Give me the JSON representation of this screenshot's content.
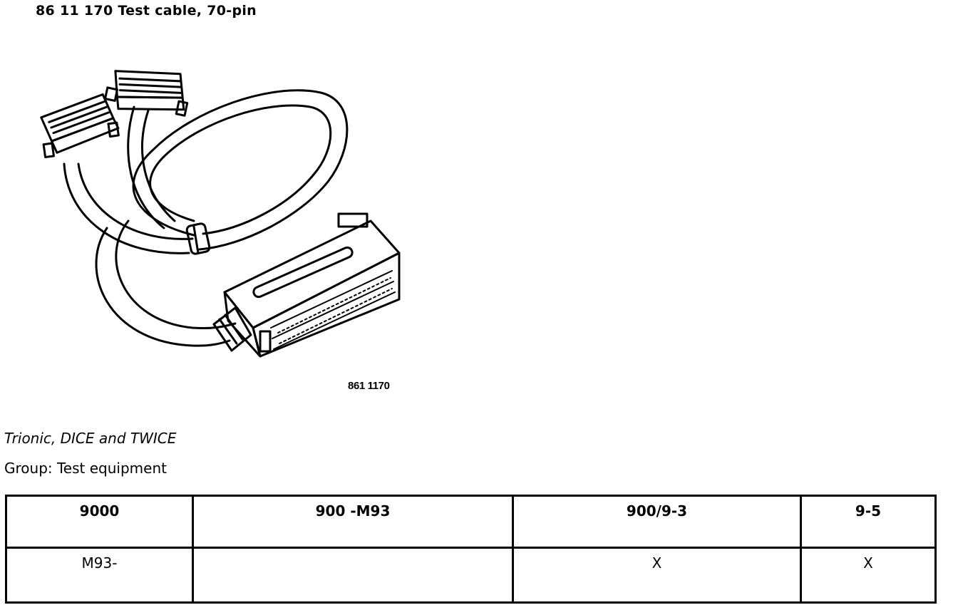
{
  "document": {
    "title": "86 11 170 Test cable, 70-pin",
    "figure_caption": "861 1170",
    "subtitle": "Trionic, DICE and TWICE",
    "group_line": "Group: Test equipment"
  },
  "table": {
    "headers": [
      "9000",
      "900 -M93",
      "900/9-3",
      "9-5"
    ],
    "rows": [
      [
        "M93-",
        "",
        "X",
        "X"
      ]
    ]
  },
  "figure": {
    "icon": "test-cable-70-pin-illustration"
  }
}
